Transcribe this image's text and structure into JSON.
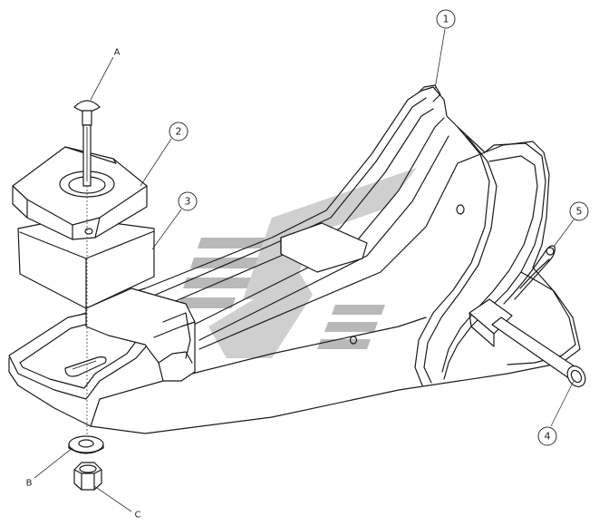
{
  "callouts": {
    "c1": "1",
    "c2": "2",
    "c3": "3",
    "c4": "4",
    "c5": "5",
    "a": "A",
    "b": "B",
    "c": "C"
  },
  "watermark": {
    "color": "#b9b9b9"
  }
}
